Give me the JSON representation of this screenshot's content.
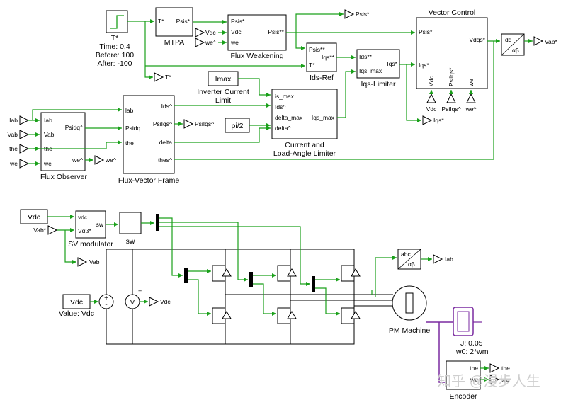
{
  "colors": {
    "signal_wire": "#1aa01a",
    "power_wire": "#000000",
    "inertia_block": "#7a2aa0",
    "background": "#ffffff"
  },
  "step": {
    "name": "T*",
    "time": "Time: 0.4",
    "before": "Before: 100",
    "after": "After: -100"
  },
  "mtpa": {
    "name": "MTPA",
    "in": "T*",
    "out": "Psis*"
  },
  "fw": {
    "name": "Flux Weakening",
    "in1": "Psis*",
    "in2": "Vdc",
    "in3": "we",
    "out": "Psis**"
  },
  "fw_vdc_tag": "Vdc",
  "fw_we_tag": "we^",
  "psis_tag": "Psis*",
  "tstar_tag": "T*",
  "idsref": {
    "name": "Ids-Ref",
    "in1": "Psis**",
    "in2": "T*",
    "out1": "Iqs**"
  },
  "iqslim": {
    "name": "Iqs-Limiter",
    "in1": "Ids**",
    "in2": "Iqs_max",
    "out": "Iqs*"
  },
  "vc": {
    "name": "Vector Control",
    "in1": "Psis*",
    "in2": "Iqs*",
    "out": "Vdqs*",
    "bot1": "Vdc",
    "bot2": "PsiIqs*",
    "bot3": "we",
    "tag1": "Vdc",
    "tag2": "PsiIqs^",
    "tag3": "we^"
  },
  "iqs_out_tag": "Iqs*",
  "dq": {
    "top": "dq",
    "bot": "αβ"
  },
  "vab_tag": "Vab*",
  "imax": "Imax",
  "icl_label": [
    "Inverter Current",
    "Limit"
  ],
  "clal": {
    "name1": "Current and",
    "name2": "Load-Angle Limiter",
    "in1": "is_max",
    "in2": "Ids^",
    "in3": "delta_max",
    "in4": "delta^",
    "out": "Iqs_max"
  },
  "pi2": "pi/2",
  "fvf": {
    "name": "Flux-Vector Frame",
    "in1": "lab",
    "in2": "Psidq",
    "in3": "the",
    "out1": "Ids^",
    "out2": "PsiIqs^",
    "out3": "delta",
    "out4": "thes^"
  },
  "psiiqs_tag": "PsiIqs^",
  "fo": {
    "name": "Flux Observer",
    "in1": "Iab",
    "in2": "Vab",
    "in3": "the",
    "in4": "we",
    "out1": "Psidq^",
    "out2": "we^"
  },
  "fo_tags": [
    "Iab",
    "Vab",
    "the",
    "we"
  ],
  "fo_we_tag": "we^",
  "svm": {
    "name": "SV modulator",
    "in1": "vdc",
    "in2": "Vαβ*",
    "out": "sw"
  },
  "svm_vdc": "Vdc",
  "svm_vab": "Vab*",
  "svm_vab_out": "Vab",
  "sw_block": "sw",
  "vdc_src": "Vdc",
  "vdc_value": "Value: Vdc",
  "vm_tag": "Vdc",
  "vm_symbol": "V",
  "abc": {
    "top": "abc",
    "bot": "αβ"
  },
  "iab_tag": "Iab",
  "pm": "PM Machine",
  "inertia": {
    "j": "J: 0.05",
    "w0": "w0: 2*wm"
  },
  "encoder": {
    "name": "Encoder",
    "out1": "the",
    "out2": "we"
  },
  "watermark": "知乎 @漫步人生"
}
